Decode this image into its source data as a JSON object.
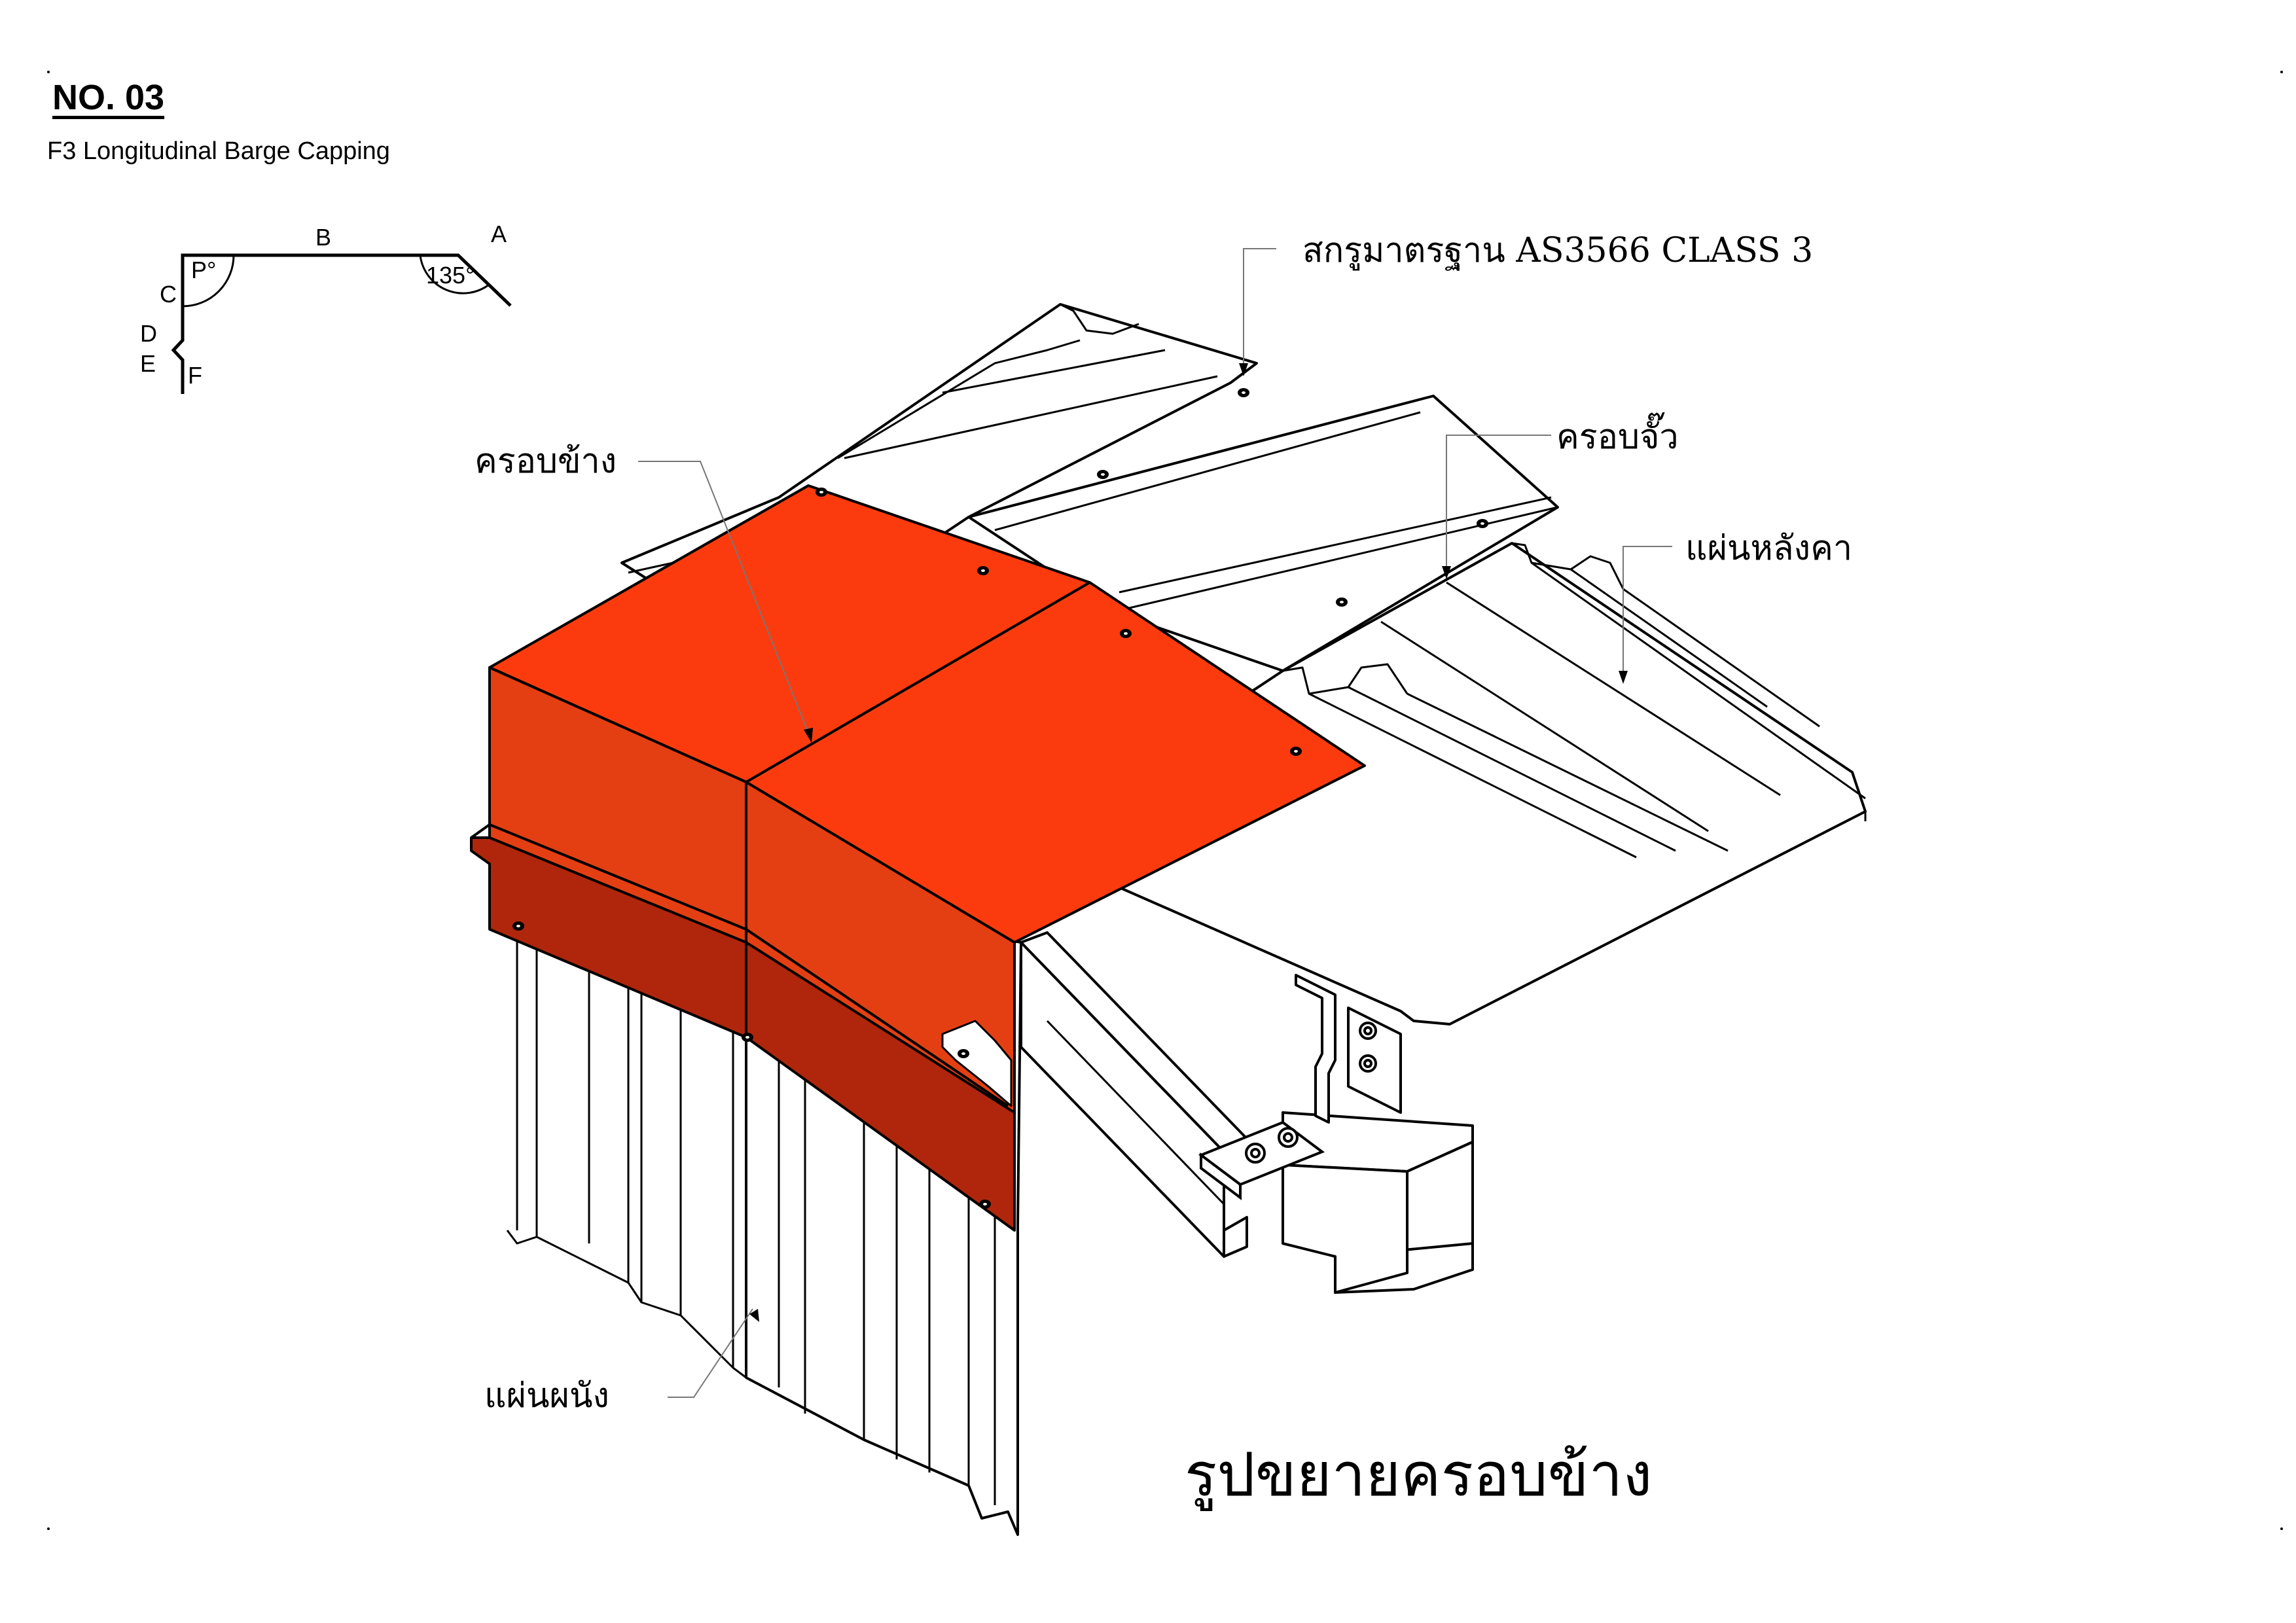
{
  "header": {
    "number": "NO. 03",
    "subtitle": "F3 Longitudinal Barge Capping"
  },
  "profile": {
    "labels": {
      "a": "A",
      "b": "B",
      "c": "C",
      "d": "D",
      "e": "E",
      "f": "F"
    },
    "angle_p": "P°",
    "angle_135": "135°"
  },
  "callouts": {
    "screw": "สกรูมาตรฐาน AS3566 CLASS 3",
    "side_cap": "ครอบข้าง",
    "ridge_cap": "ครอบจั๊ว",
    "roof_sheet": "แผ่นหลังคา",
    "wall_sheet": "แผ่นผนัง"
  },
  "caption": "รูปขยายครอบข้าง",
  "colors": {
    "cap_top": "#fb3b0e",
    "cap_face": "#e43f13",
    "cap_band": "#b0260c",
    "line": "#000000",
    "sheet": "#ffffff"
  }
}
